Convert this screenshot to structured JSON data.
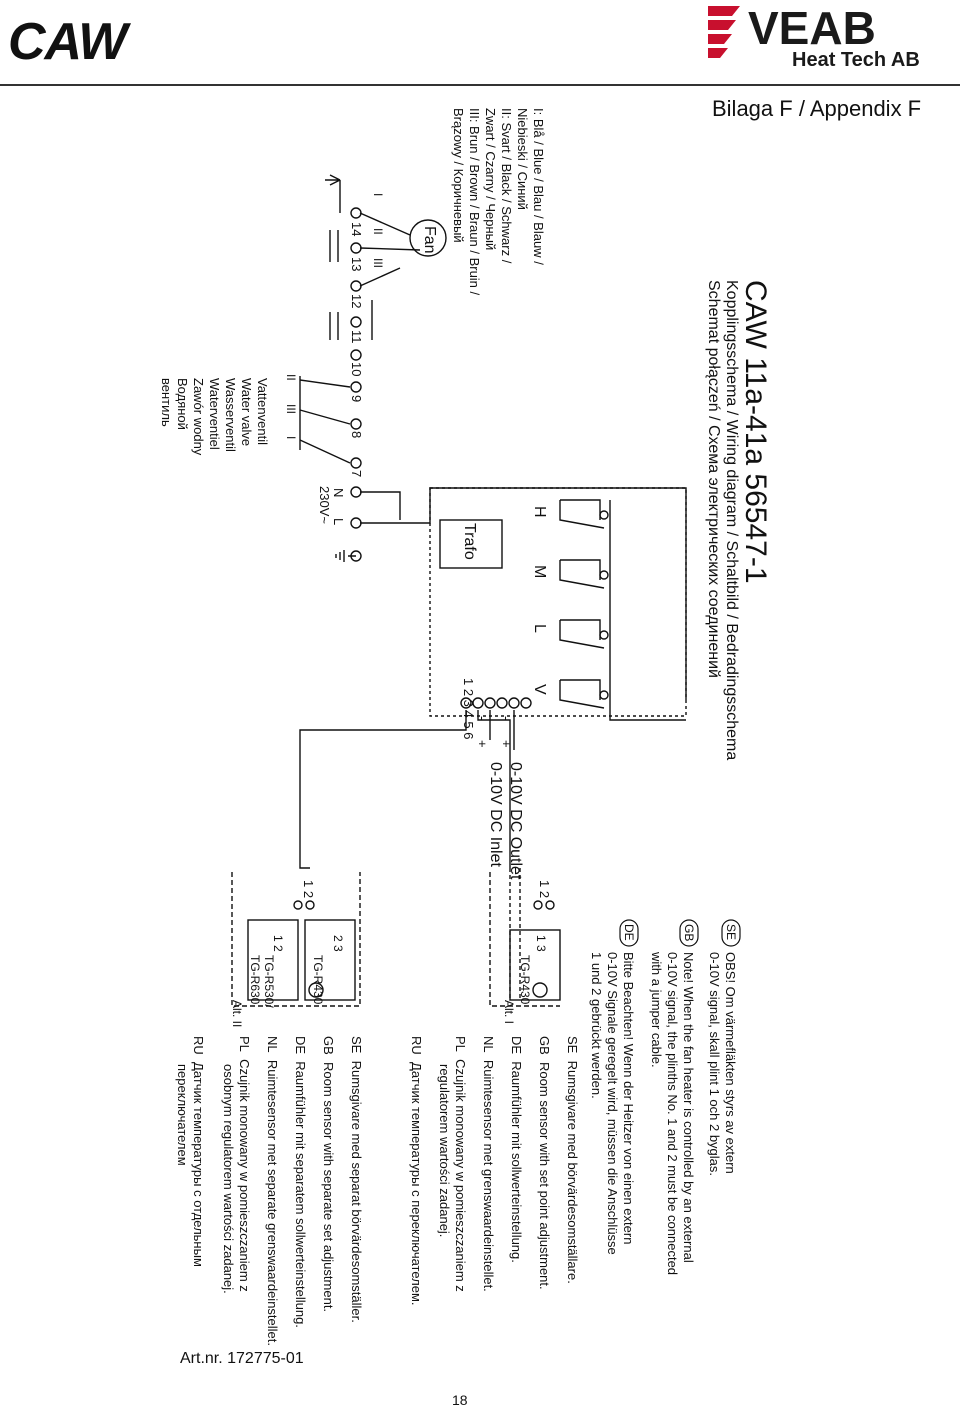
{
  "header": {
    "title": "CAW",
    "logo_name": "VEAB",
    "logo_subtitle": "Heat Tech AB",
    "appendix": "Bilaga F / Appendix F"
  },
  "diagram": {
    "model": "CAW 11a-41a  56547-1",
    "subtitle_1": "Kopplingsschema / Wiring diagram / Schaltbild / Bedradingsschema",
    "subtitle_2": "Schemat połączeń / Схема электрических соединений",
    "wire_colors": [
      "I: Blå / Blue / Blau / Blauw /",
      "Niebieski / Синий",
      "II: Svart / Black / Schwarz /",
      "Zwart / Czarny / Черный",
      "III: Brun / Brown / Braun / Bruin /",
      "Brązowy / Коричневый"
    ],
    "fan_label": "Fan",
    "fan_wires": [
      "I",
      "II",
      "III"
    ],
    "valve_label": [
      "Vattenventil",
      "Water valve",
      "Wasserventil",
      "Waterventiel",
      "Zawór wodny",
      "Водяной",
      "вентиль"
    ],
    "valve_wires": [
      "II",
      "III",
      "I"
    ],
    "terminals": [
      "14",
      "13",
      "12",
      "11",
      "10",
      "9",
      "8",
      "7",
      "N",
      "L"
    ],
    "supply": "230V~",
    "trafo": "Trafo",
    "switches": [
      "H",
      "M",
      "L",
      "V"
    ],
    "block_numbers": "1 2 3 4 5 6",
    "polarity": [
      "-",
      "+",
      "-",
      "+"
    ],
    "outlet": "0-10V DC Outlet",
    "inlet": "0-10V DC Inlet",
    "connector_1": "1 2",
    "connector_2": "1 2",
    "sensor_a": "TG-R430",
    "sensor_a_pins": "1 3",
    "alt1": "Alt. I",
    "sensor_b": "TG-R430",
    "sensor_b_pins": "2 3",
    "sensor_c": [
      "TG-R530/",
      "TG-R630"
    ],
    "sensor_c_pins": "1 2",
    "alt2": "Alt. II",
    "notes": [
      {
        "lang": "SE",
        "lines": [
          "OBS! Om värmefläkten styrs av extern",
          "0-10V signal, skall plint 1 och 2 byglas."
        ]
      },
      {
        "lang": "GB",
        "lines": [
          "Note! When the fan heater is controlled by an external",
          "0-10V signal, the plinths No. 1 and 2 must be connected",
          "with a jumper cable."
        ]
      },
      {
        "lang": "DE",
        "lines": [
          "Bitte Beachten! Wenn der Heitzer von einen extern",
          "0-10V Signale geregelt wird, müssen die Anschlüsse",
          "1 und 2 gebrückt werden."
        ]
      }
    ],
    "alt1_desc": [
      {
        "lang": "SE",
        "lines": [
          "Rumsgivare med börvärdesomställare."
        ]
      },
      {
        "lang": "GB",
        "lines": [
          "Room sensor with set point adjustment."
        ]
      },
      {
        "lang": "DE",
        "lines": [
          "Raumfühler mit sollwerteinstellung."
        ]
      },
      {
        "lang": "NL",
        "lines": [
          "Ruimtesensor met grenswaardeinstellet."
        ]
      },
      {
        "lang": "PL",
        "lines": [
          "Czujnik monowany w pomieszczaniem z",
          "regulatorem wartości zadanej."
        ]
      },
      {
        "lang": "RU",
        "lines": [
          "Датчик температуры с переключателем."
        ]
      }
    ],
    "alt2_desc": [
      {
        "lang": "SE",
        "lines": [
          "Rumsgivare med separat börvärdesomställer."
        ]
      },
      {
        "lang": "GB",
        "lines": [
          "Room sensor with separate set adjustment."
        ]
      },
      {
        "lang": "DE",
        "lines": [
          "Raumfühler mit separatem sollwerteinstellung."
        ]
      },
      {
        "lang": "NL",
        "lines": [
          "Ruimtesensor met separate grenswaardeinstellet."
        ]
      },
      {
        "lang": "PL",
        "lines": [
          "Czujnik monowany w pomieszczaniem z",
          "osobnym regulatorem wartości zadanej."
        ]
      },
      {
        "lang": "RU",
        "lines": [
          "Датчик температуры с отдельным",
          "переключателем"
        ]
      }
    ]
  },
  "footer": {
    "article": "Art.nr. 172775-01",
    "page": "18"
  }
}
